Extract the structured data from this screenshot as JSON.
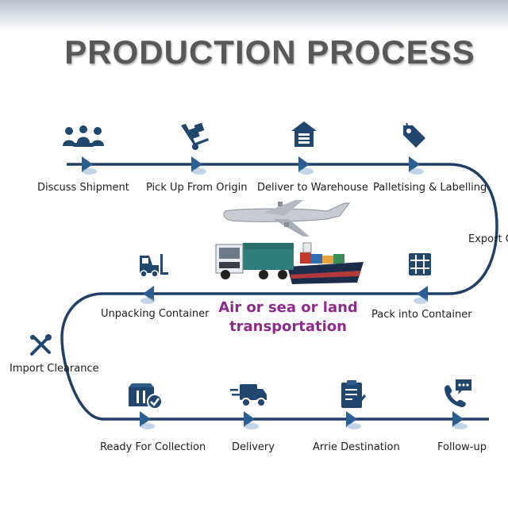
{
  "title": "PRODUCTION PROCESS",
  "colors": {
    "line": "#1f3f66",
    "icon": "#22476f",
    "arrow": "#2c5e92",
    "title": "#585858",
    "accent": "#8e2a8c"
  },
  "transport": {
    "line1": "Air or sea or land",
    "line2": "transportation"
  },
  "steps": [
    {
      "label": "Discuss Shipment",
      "icon": "meeting-icon"
    },
    {
      "label": "Pick Up From Origin",
      "icon": "hand-truck-icon"
    },
    {
      "label": "Deliver to Warehouse",
      "icon": "warehouse-icon"
    },
    {
      "label": "Palletising & Labelling",
      "icon": "tag-icon"
    },
    {
      "label": "Export C",
      "icon": ""
    },
    {
      "label": "Pack into Container",
      "icon": "container-icon"
    },
    {
      "label": "Unpacking Container",
      "icon": "forklift-icon"
    },
    {
      "label": "Import Clearance",
      "icon": "customs-tools-icon"
    },
    {
      "label": "Ready For Collection",
      "icon": "package-check-icon"
    },
    {
      "label": "Delivery",
      "icon": "delivery-truck-icon"
    },
    {
      "label": "Arrie Destination",
      "icon": "clipboard-check-icon"
    },
    {
      "label": "Follow-up",
      "icon": "phone-chat-icon"
    }
  ]
}
